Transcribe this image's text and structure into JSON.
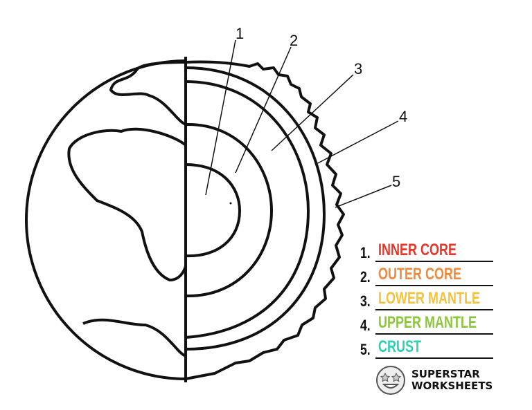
{
  "diagram": {
    "labels": [
      "1",
      "2",
      "3",
      "4",
      "5"
    ]
  },
  "legend": [
    {
      "number": "1.",
      "answer": "INNER CORE",
      "color": "#e8372a"
    },
    {
      "number": "2.",
      "answer": "OUTER CORE",
      "color": "#f08a3c"
    },
    {
      "number": "3.",
      "answer": "LOWER MANTLE",
      "color": "#f7c23a"
    },
    {
      "number": "4.",
      "answer": "UPPER MANTLE",
      "color": "#8cc63f"
    },
    {
      "number": "5.",
      "answer": "CRUST",
      "color": "#2ed1b0"
    }
  ],
  "logo": {
    "line1": "SUPERSTAR",
    "line2": "WORKSHEETS"
  }
}
